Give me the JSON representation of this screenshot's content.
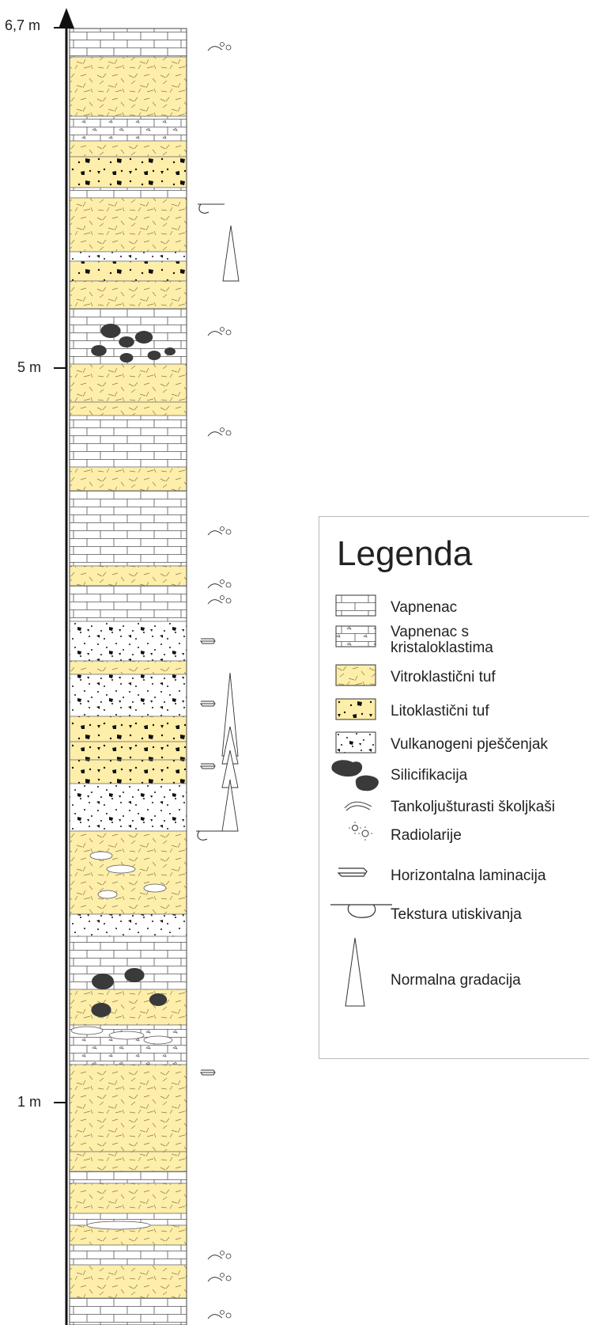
{
  "axis": {
    "ticks": [
      {
        "label": "6,7 m",
        "value": 6.7
      },
      {
        "label": "5 m",
        "value": 5
      },
      {
        "label": "1 m",
        "value": 1
      }
    ]
  },
  "legend": {
    "title": "Legenda",
    "items": [
      {
        "key": "vapnenac",
        "label": "Vapnenac"
      },
      {
        "key": "vapnenac-kristal",
        "label_line1": "Vapnenac s",
        "label_line2": "kristaloklastima"
      },
      {
        "key": "vitro",
        "label": "Vitroklastični tuf"
      },
      {
        "key": "lito",
        "label": "Litoklastični tuf"
      },
      {
        "key": "pjescenjak",
        "label": "Vulkanogeni pješčenjak"
      },
      {
        "key": "silicifikacija",
        "label": "Silicifikacija"
      },
      {
        "key": "skoljkasi",
        "label": "Tankoljušturasti školjkaši"
      },
      {
        "key": "radiolarije",
        "label": "Radiolarije"
      },
      {
        "key": "laminacija",
        "label": "Horizontalna laminacija"
      },
      {
        "key": "utiskivanje",
        "label": "Tekstura utiskivanja"
      },
      {
        "key": "gradacija",
        "label": "Normalna gradacija"
      }
    ]
  },
  "colors": {
    "tuff_fill": "#fdeeaa",
    "limestone_fill": "#ffffff",
    "chert_fill": "#3a3a3a",
    "ink": "#222222"
  }
}
